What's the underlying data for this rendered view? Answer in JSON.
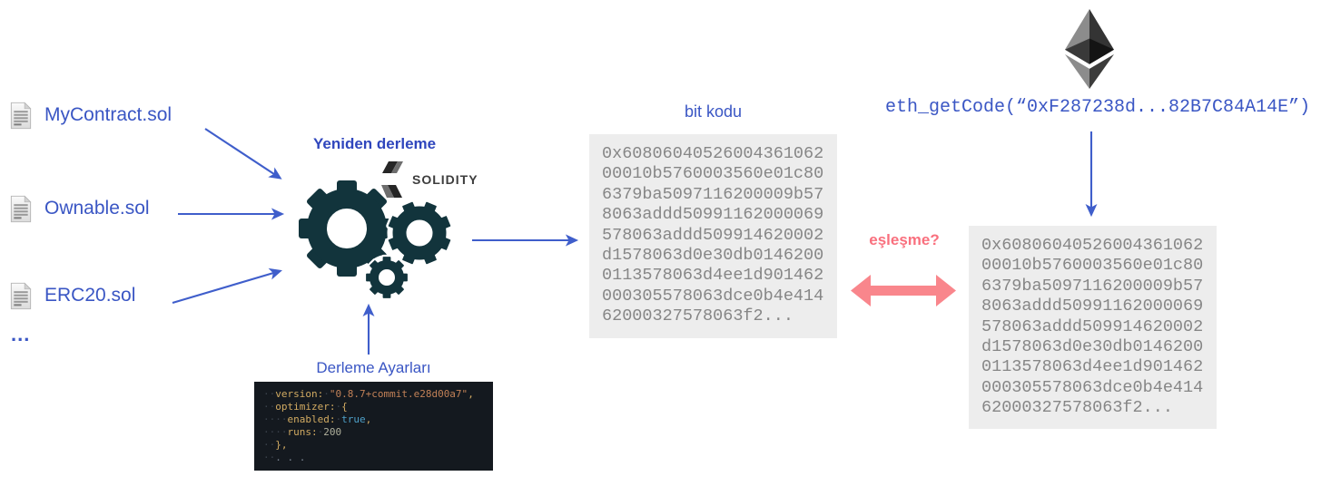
{
  "palette": {
    "accent_blue": "#3a56c4",
    "title_blue": "#2f46bd",
    "arrow_blue": "#3f5ecb",
    "match_pink": "#f9707e",
    "match_arrow_pink": "#f9868c",
    "gear_teal": "#12343c",
    "bytecode_bg": "#ededed",
    "bytecode_text": "#868686",
    "code_bg": "#14191f",
    "solidity_gray": "#3d3d3d"
  },
  "sources": {
    "files": [
      {
        "label": "MyContract.sol"
      },
      {
        "label": "Ownable.sol"
      },
      {
        "label": "ERC20.sol"
      }
    ],
    "more_label": "..."
  },
  "compiler": {
    "title": "Yeniden derleme",
    "solidity_label": "SOLIDITY"
  },
  "settings": {
    "title": "Derleme Ayarları",
    "code": {
      "lines": [
        [
          {
            "c": "ws",
            "t": "··"
          },
          {
            "c": "key",
            "t": "version"
          },
          {
            "c": "punc",
            "t": ":"
          },
          {
            "c": "ws",
            "t": "·"
          },
          {
            "c": "str",
            "t": "\"0.8.7+commit.e28d00a7\""
          },
          {
            "c": "punc",
            "t": ","
          }
        ],
        [
          {
            "c": "ws",
            "t": "··"
          },
          {
            "c": "key",
            "t": "optimizer"
          },
          {
            "c": "punc",
            "t": ":"
          },
          {
            "c": "ws",
            "t": "·"
          },
          {
            "c": "punc",
            "t": "{"
          }
        ],
        [
          {
            "c": "ws",
            "t": "····"
          },
          {
            "c": "key",
            "t": "enabled"
          },
          {
            "c": "punc",
            "t": ":"
          },
          {
            "c": "ws",
            "t": "·"
          },
          {
            "c": "bool",
            "t": "true"
          },
          {
            "c": "punc",
            "t": ","
          }
        ],
        [
          {
            "c": "ws",
            "t": "····"
          },
          {
            "c": "key",
            "t": "runs"
          },
          {
            "c": "punc",
            "t": ":"
          },
          {
            "c": "ws",
            "t": "·"
          },
          {
            "c": "num",
            "t": "200"
          }
        ],
        [
          {
            "c": "ws",
            "t": "··"
          },
          {
            "c": "punc",
            "t": "},"
          }
        ],
        [
          {
            "c": "ws",
            "t": "··"
          },
          {
            "c": "dim",
            "t": ". . ."
          }
        ]
      ]
    }
  },
  "recompiled_bytecode": {
    "title": "bit kodu",
    "lines": [
      "0x60806040526004361062",
      "00010b5760003560e01c80",
      "6379ba5097116200009b57",
      "8063addd50991162000069",
      "578063addd509914620002",
      "d1578063d0e30db0146200",
      "0113578063d4ee1d901462",
      "000305578063dce0b4e414",
      "62000327578063f2..."
    ]
  },
  "match": {
    "label": "eşleşme?"
  },
  "onchain": {
    "call": "eth_getCode(“0xF287238d...82B7C84A14E”)",
    "bytecode_lines": [
      "0x60806040526004361062",
      "00010b5760003560e01c80",
      "6379ba5097116200009b57",
      "8063addd50991162000069",
      "578063addd509914620002",
      "d1578063d0e30db0146200",
      "0113578063d4ee1d901462",
      "000305578063dce0b4e414",
      "62000327578063f2..."
    ]
  }
}
